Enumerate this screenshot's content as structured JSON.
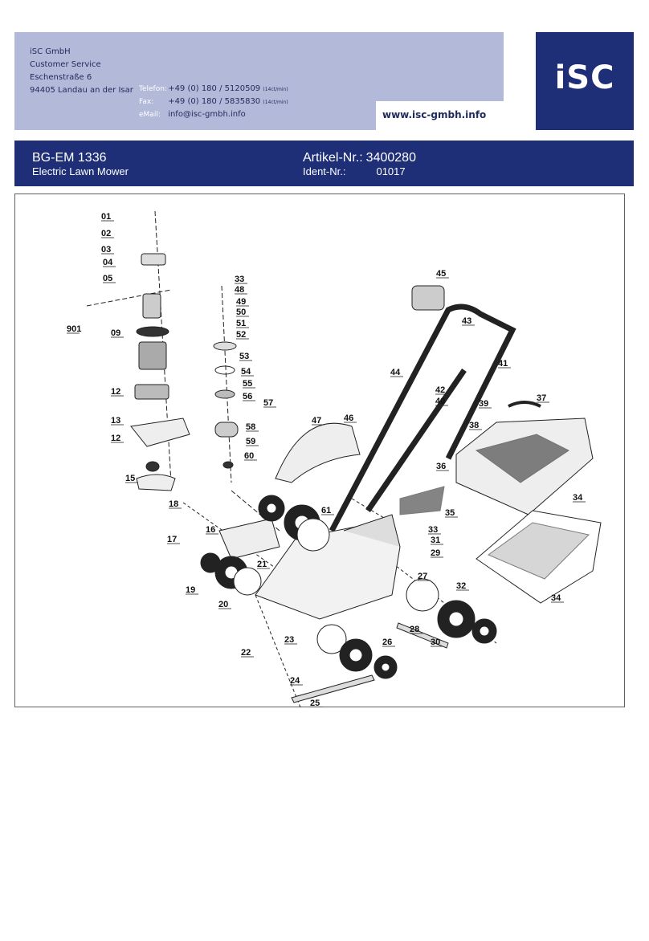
{
  "company": {
    "name": "iSC GmbH",
    "department": "Customer Service",
    "street": "Eschenstraße 6",
    "city": "94405 Landau an der Isar",
    "contacts": [
      {
        "label": "Telefon:",
        "value": "+49 (0) 180 / 5120509",
        "note": "(14ct/min)"
      },
      {
        "label": "Fax:",
        "value": "+49 (0) 180 / 5835830",
        "note": "(14ct/min)"
      },
      {
        "label": "eMail:",
        "value": "info@isc-gmbh.info",
        "note": ""
      }
    ],
    "website": "www.isc-gmbh.info",
    "logo_text": "iSC",
    "brand_color": "#1e2f78",
    "band_color": "#b3b9d9"
  },
  "product": {
    "model": "BG-EM 1336",
    "name": "Electric Lawn Mower",
    "article_label": "Artikel-Nr.:",
    "article_number": "3400280",
    "ident_label": "Ident-Nr.:",
    "ident_number": "01017"
  },
  "diagram": {
    "labels": [
      "01",
      "02",
      "03",
      "04",
      "05",
      "901",
      "09",
      "12",
      "13",
      "12",
      "15",
      "33",
      "48",
      "49",
      "50",
      "51",
      "52",
      "53",
      "54",
      "55",
      "56",
      "57",
      "58",
      "59",
      "60",
      "45",
      "43",
      "41",
      "44",
      "42",
      "40",
      "39",
      "37",
      "38",
      "47",
      "46",
      "36",
      "34",
      "61",
      "35",
      "18",
      "17",
      "16",
      "21",
      "33",
      "31",
      "29",
      "27",
      "32",
      "19",
      "20",
      "34",
      "28",
      "30",
      "26",
      "22",
      "23",
      "24",
      "25"
    ]
  }
}
